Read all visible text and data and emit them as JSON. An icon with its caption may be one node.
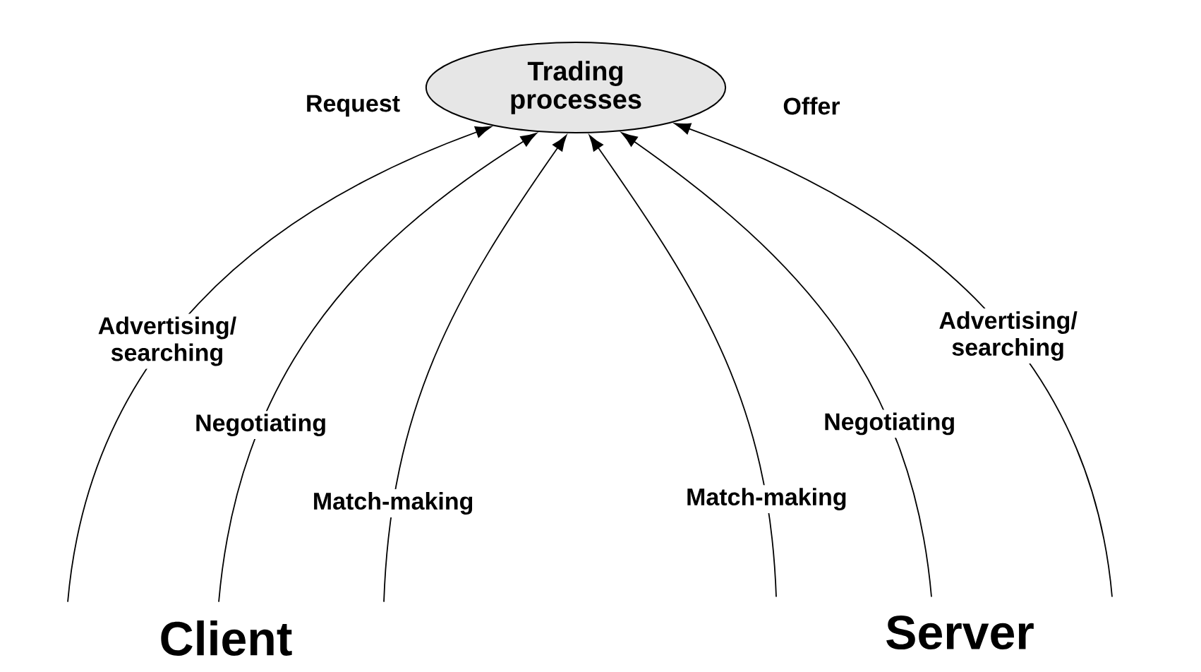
{
  "diagram": {
    "nodes": [
      {
        "text": [
          "Trading processes"
        ]
      },
      {
        "text": [
          "Client"
        ]
      },
      {
        "text": [
          "Server"
        ]
      }
    ],
    "edges": [
      {
        "from": 1,
        "to": 0,
        "arrow": "to",
        "label": "Advertising/ searching"
      },
      {
        "from": 1,
        "to": 0,
        "arrow": "to",
        "label": "Negotiating"
      },
      {
        "from": 1,
        "to": 0,
        "arrow": "to",
        "label": "Match-making"
      },
      {
        "from": 2,
        "to": 0,
        "arrow": "to",
        "label": "Match-making"
      },
      {
        "from": 2,
        "to": 0,
        "arrow": "to",
        "label": "Negotiating"
      },
      {
        "from": 2,
        "to": 0,
        "arrow": "to",
        "label": "Advertising/ searching"
      }
    ],
    "labels": [
      "Request",
      "Offer"
    ]
  }
}
